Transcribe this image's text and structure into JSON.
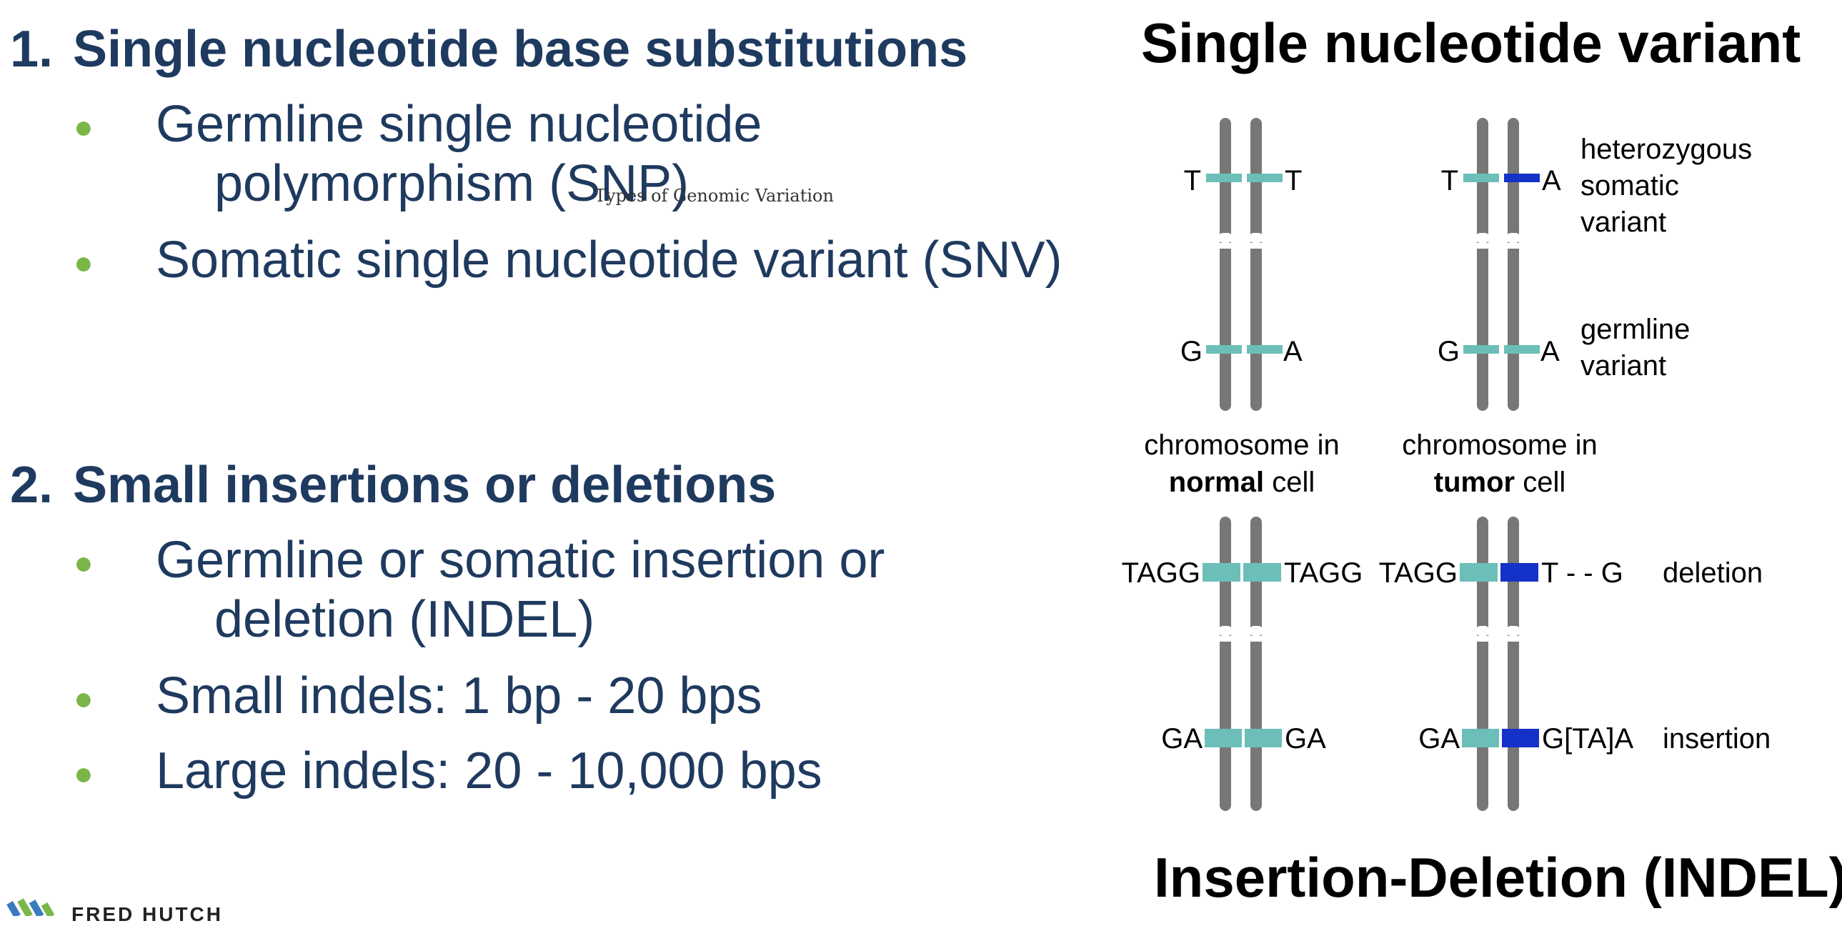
{
  "left": {
    "section1": {
      "number": "1.",
      "heading": "Single nucleotide base substitutions",
      "bullets": [
        {
          "line1": "Germline single nucleotide",
          "line2": "polymorphism (SNP)"
        },
        {
          "line1": "Somatic single nucleotide variant (SNV)"
        }
      ]
    },
    "section2": {
      "number": "2.",
      "heading": "Small insertions or deletions",
      "bullets": [
        {
          "line1": "Germline or somatic insertion or",
          "line2": "deletion (INDEL)"
        },
        {
          "line1": "Small indels: 1 bp - 20 bps"
        },
        {
          "line1": "Large indels: 20 - 10,000 bps"
        }
      ]
    },
    "overlay_caption": "Types of Genomic Variation",
    "logo_text": "FRED HUTCH"
  },
  "diagram": {
    "title_top": "Single nucleotide variant",
    "title_bottom": "Insertion-Deletion (INDEL)",
    "snv": {
      "normal": {
        "top_left": "T",
        "top_right": "T",
        "bottom_left": "G",
        "bottom_right": "A"
      },
      "tumor": {
        "top_left": "T",
        "top_right": "A",
        "bottom_left": "G",
        "bottom_right": "A"
      },
      "label_somatic": [
        "heterozygous",
        "somatic",
        "variant"
      ],
      "label_germline": [
        "germline",
        "variant"
      ]
    },
    "captions": {
      "normal_line1": "chromosome in",
      "normal_bold": "normal",
      "normal_rest": " cell",
      "tumor_line1": "chromosome in",
      "tumor_bold": "tumor",
      "tumor_rest": " cell"
    },
    "indel": {
      "normal": {
        "top_left": "TAGG",
        "top_right": "TAGG",
        "bottom_left": "GA",
        "bottom_right": "GA"
      },
      "tumor": {
        "top_left": "TAGG",
        "top_right": "T - - G",
        "bottom_left": "GA",
        "bottom_right": "G[TA]A"
      },
      "label_deletion": "deletion",
      "label_insertion": "insertion"
    },
    "colors": {
      "chromosome": "#777777",
      "normal_band": "#6cbfb8",
      "variant_band": "#1432c8"
    }
  }
}
